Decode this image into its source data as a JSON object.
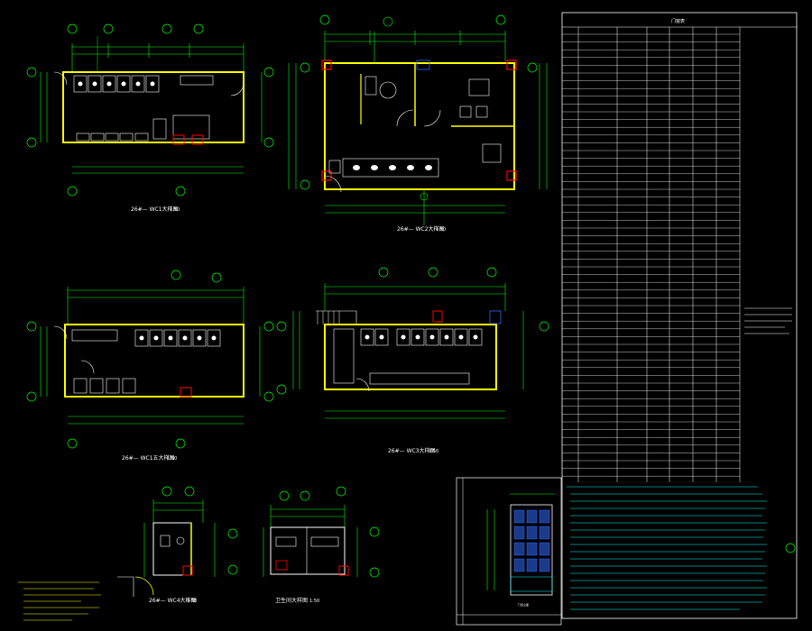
{
  "drawing": {
    "background": "#000000",
    "colors": {
      "wall": "#ffff00",
      "fixture": "#ffffff",
      "dimension": "#00ff00",
      "axis_bubble": "#00ff00",
      "column": "#ff0000",
      "text": "#00ffff",
      "hatch": "#3366ff",
      "table_line": "#ffffff"
    }
  },
  "plans": [
    {
      "caption": "26#— WC1大样图",
      "scale": "1:50"
    },
    {
      "caption": "26#— WC2大样图",
      "scale": "1:50"
    },
    {
      "caption": "26#— WC1五大样图",
      "scale": "1:50"
    },
    {
      "caption": "26#— WC3大样图",
      "scale": "1:50"
    },
    {
      "caption": "26#— WC4大样图",
      "scale": "1:50"
    },
    {
      "caption": "卫生间大样图",
      "scale": "1:50"
    }
  ],
  "door_window_table": {
    "title": "门窗表"
  },
  "elevation_detail": {
    "caption": "门窗立面"
  }
}
